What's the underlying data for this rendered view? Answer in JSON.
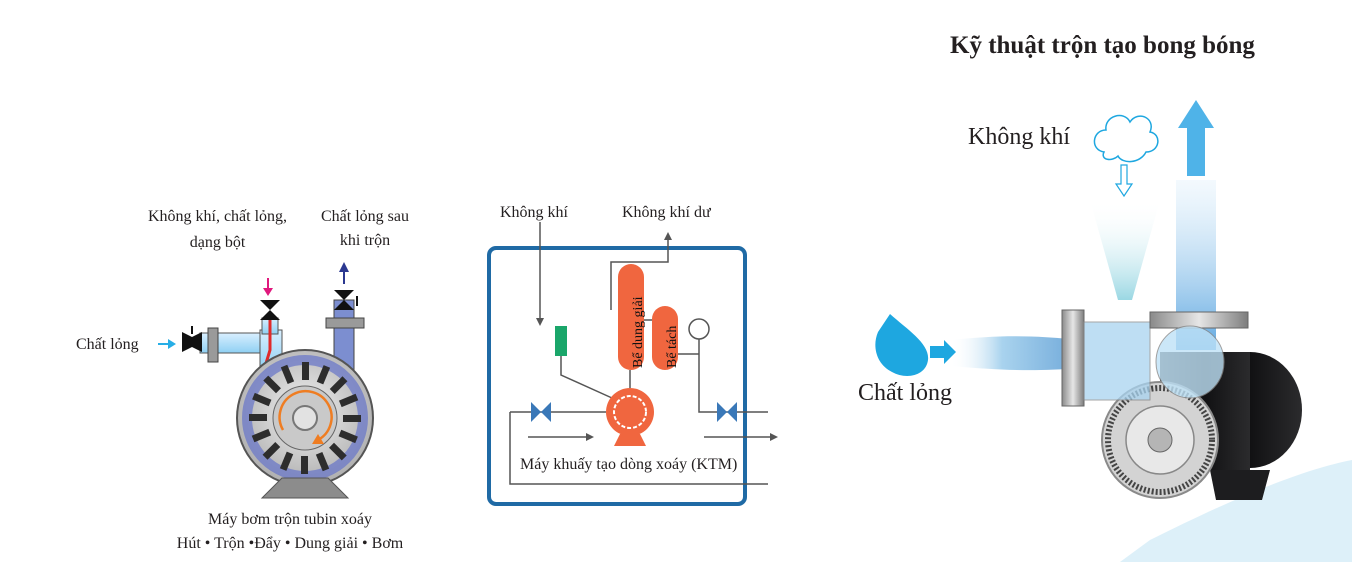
{
  "left_diagram": {
    "label_air_liquid_powder_line1": "Không khí, chất lỏng,",
    "label_air_liquid_powder_line2": "dạng bột",
    "label_liquid_after_mix_line1": "Chất lỏng sau",
    "label_liquid_after_mix_line2": "khi trộn",
    "label_liquid_in": "Chất lỏng",
    "caption_line1": "Máy bơm trộn tubin xoáy",
    "caption_line2": "Hút • Trộn •Đẩy • Dung giải • Bơm"
  },
  "middle_diagram": {
    "label_air": "Không khí",
    "label_excess_air": "Không khí dư",
    "tank_dissolve": "Bể dung giải",
    "tank_separate": "Bể tách",
    "caption": "Máy khuấy tạo dòng xoáy (KTM)",
    "colors": {
      "frame": "#1f6aa5",
      "tank": "#f0663f",
      "valve": "#3a78b8",
      "line": "#555555"
    }
  },
  "right_illustration": {
    "title": "Kỹ thuật trộn tạo bong bóng",
    "label_air": "Không khí",
    "label_liquid": "Chất lỏng",
    "colors": {
      "liquid": "#1ea7e0",
      "arrow": "#4fb3e8",
      "pump_body": "#1d1d1f"
    }
  }
}
